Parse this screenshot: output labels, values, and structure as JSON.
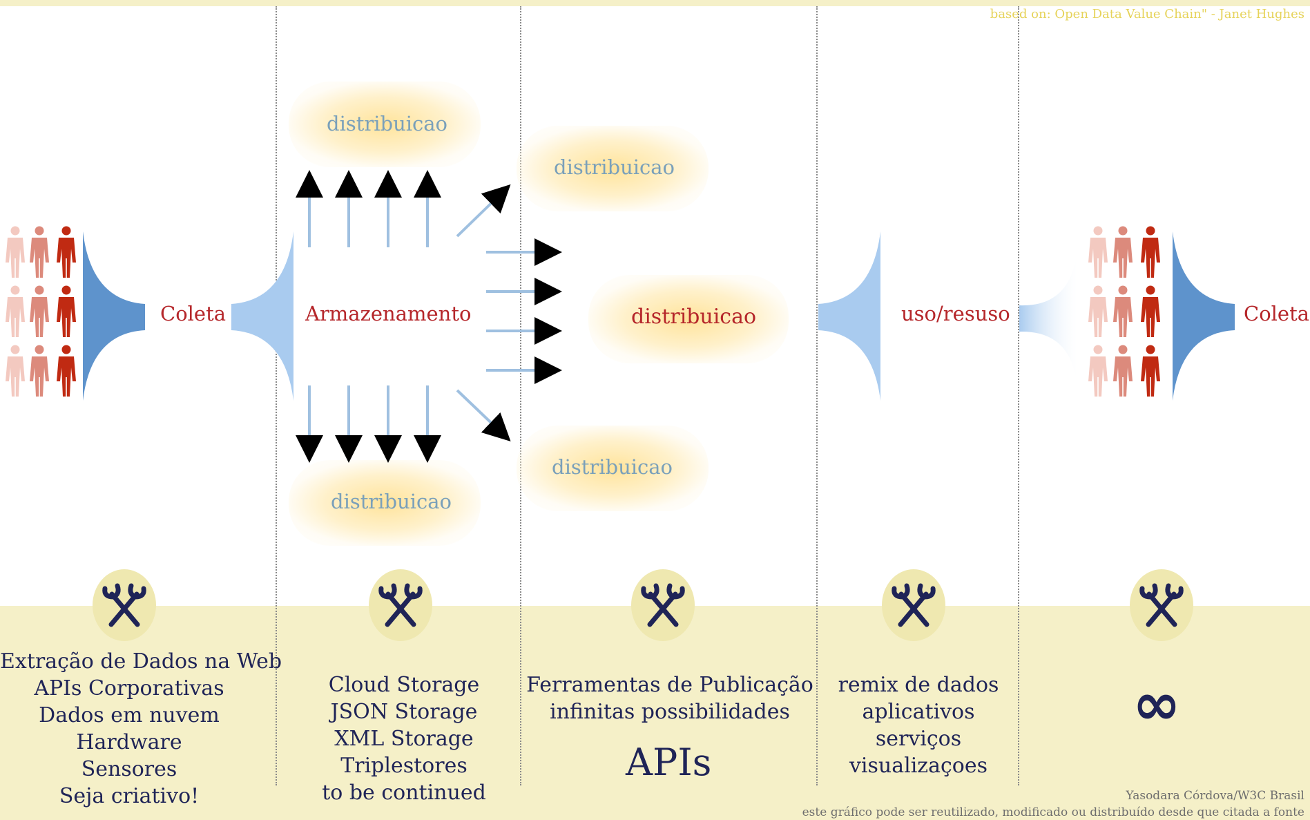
{
  "credit": "based on: Open Data Value Chain\" - Janet Hughes",
  "stages": {
    "coleta_left": "Coleta",
    "armazenamento": "Armazenamento",
    "distribuicao_center": "distribuicao",
    "uso": "uso/resuso",
    "coleta_right": "Coleta"
  },
  "distribution_labels": [
    "distribuicao",
    "distribuicao",
    "distribuicao",
    "distribuicao"
  ],
  "columns": [
    {
      "lines": [
        "Extração de Dados na Web",
        "APIs Corporativas",
        "Dados em nuvem",
        "Hardware",
        "Sensores",
        "Seja criativo!"
      ]
    },
    {
      "lines": [
        "Cloud Storage",
        "JSON Storage",
        "XML Storage",
        "Triplestores",
        "to be continued"
      ]
    },
    {
      "lines": [
        "Ferramentas de Publicação",
        "infinitas possibilidades"
      ],
      "big": "APIs"
    },
    {
      "lines": [
        "remix de dados",
        "aplicativos",
        "serviços",
        "visualizaçoes"
      ]
    },
    {
      "symbol": "∞"
    }
  ],
  "footer": {
    "author": "Yasodara Córdova/W3C Brasil",
    "license": "este gráfico pode ser reutilizado, modificado ou distribuído desde que citada a fonte"
  },
  "colors": {
    "band": "#f5f0c8",
    "funnel_dark": "#5e93cc",
    "funnel_light": "#a9cbef",
    "arrow_blue": "#9fc0e0",
    "people_light": "#f3c9c0",
    "people_mid": "#dc8a7c",
    "people_dark": "#c02a12",
    "text_navy": "#1f2457",
    "text_red": "#b5262a",
    "text_blue": "#7aa0ba"
  },
  "icons": [
    "people-icon",
    "funnel-shape",
    "arrow-icon",
    "tools-icon",
    "infinity-icon"
  ]
}
